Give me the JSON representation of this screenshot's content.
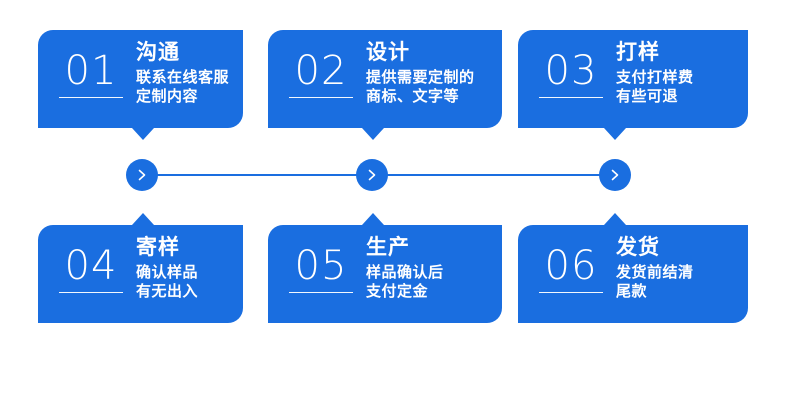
{
  "theme": {
    "accent": "#1a6ee0",
    "background": "#ffffff",
    "text_on_accent": "#ffffff"
  },
  "flow": {
    "connector": {
      "arrow_icon": "chevron-right-icon",
      "arrow_glyph": ">",
      "node_count": 3,
      "line_color": "#1a6ee0"
    },
    "rows": [
      {
        "name": "top-row",
        "notch_direction": "down",
        "steps": [
          {
            "number": "01",
            "title": "沟通",
            "desc_lines": [
              "联系在线客服",
              "定制内容"
            ]
          },
          {
            "number": "02",
            "title": "设计",
            "desc_lines": [
              "提供需要定制的",
              "商标、文字等"
            ]
          },
          {
            "number": "03",
            "title": "打样",
            "desc_lines": [
              "支付打样费",
              "有些可退"
            ]
          }
        ]
      },
      {
        "name": "bottom-row",
        "notch_direction": "up",
        "steps": [
          {
            "number": "04",
            "title": "寄样",
            "desc_lines": [
              "确认样品",
              "有无出入"
            ]
          },
          {
            "number": "05",
            "title": "生产",
            "desc_lines": [
              "样品确认后",
              "支付定金"
            ]
          },
          {
            "number": "06",
            "title": "发货",
            "desc_lines": [
              "发货前结清",
              "尾款"
            ]
          }
        ]
      }
    ]
  }
}
